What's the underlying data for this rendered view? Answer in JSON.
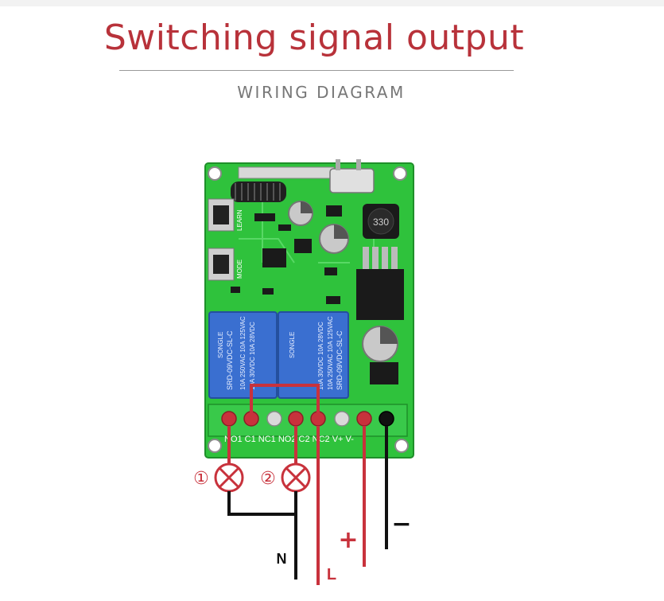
{
  "header": {
    "title": "Switching signal output",
    "subtitle": "WIRING DIAGRAM"
  },
  "board": {
    "terminal_labels": "NO1 C1 NC1 NO2 C2 NC2 V+ V-",
    "relay_text_a": "SONGLE",
    "relay_text_b": "SRD-09VDC-SL-C",
    "relay_text_c": "10A 250VAC 10A 125VAC",
    "relay_text_d": "10A 30VDC 10A 28VDC",
    "inductor_label": "330",
    "silk_learn": "LEARN",
    "silk_mode": "MODE"
  },
  "wiring": {
    "lamp1_label": "①",
    "lamp2_label": "②",
    "neutral_label": "N",
    "live_label": "L",
    "plus_label": "+",
    "minus_label": "−"
  },
  "colors": {
    "title": "#b8323a",
    "pcb": "#2fc23c",
    "relay": "#3a6fd0",
    "wire_red": "#c8323c",
    "wire_black": "#111111"
  }
}
